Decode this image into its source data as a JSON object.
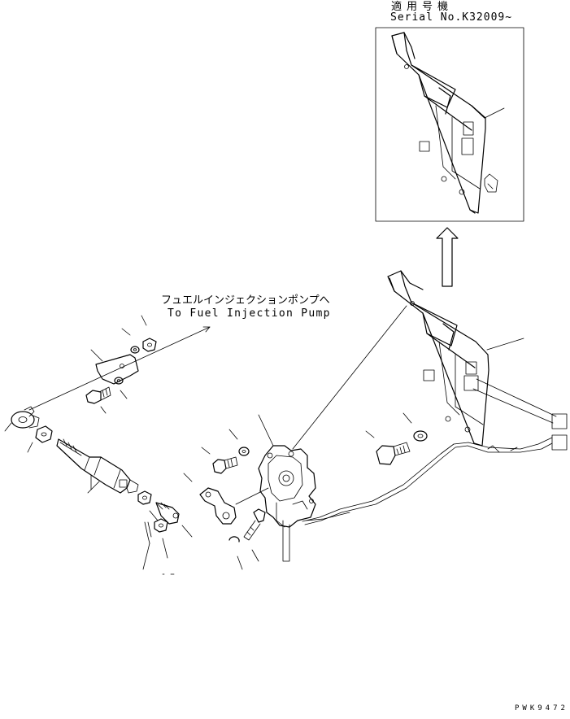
{
  "labels": {
    "serial_jp": "適用号機",
    "serial_en": "Serial No.K32009~",
    "pump_jp": "フュエルインジェクションポンプへ",
    "pump_en": "To Fuel Injection Pump",
    "drawing_code": "PWK9472"
  },
  "icons": {
    "arrow": "up-arrow-icon",
    "leader_arrow": "arrow-icon"
  }
}
